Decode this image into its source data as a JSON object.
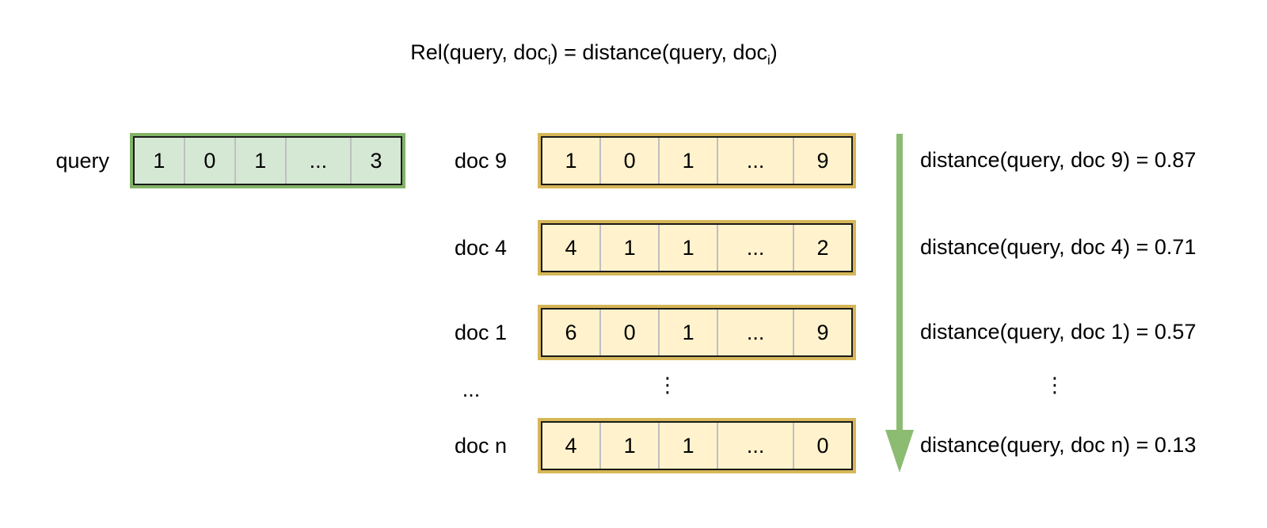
{
  "background": "#ffffff",
  "formula": {
    "left": "Rel(query, doc",
    "sub": "i",
    "middle": ") = distance(query, doc",
    "right": ")"
  },
  "query": {
    "label": "query",
    "cells": [
      "1",
      "0",
      "1",
      "...",
      "3"
    ],
    "fill": "#d5e8d4",
    "border": "#82b366"
  },
  "docs": [
    {
      "label": "doc 9",
      "cells": [
        "1",
        "0",
        "1",
        "...",
        "9"
      ],
      "distance": "distance(query, doc 9) = 0.87"
    },
    {
      "label": "doc 4",
      "cells": [
        "4",
        "1",
        "1",
        "...",
        "2"
      ],
      "distance": "distance(query, doc 4) = 0.71"
    },
    {
      "label": "doc 1",
      "cells": [
        "6",
        "0",
        "1",
        "...",
        "9"
      ],
      "distance": "distance(query, doc 1) = 0.57"
    },
    {
      "label": "doc n",
      "cells": [
        "4",
        "1",
        "1",
        "...",
        "0"
      ],
      "distance": "distance(query, doc n) = 0.13"
    }
  ],
  "doc_style": {
    "fill": "#fff2cc",
    "border": "#d6b656"
  },
  "ellipsis": {
    "docs_label": "...",
    "vector": "⋮",
    "distance": "⋮"
  },
  "arrow": {
    "icon": "down-arrow-icon",
    "color": "#8cbb72",
    "direction": "down"
  },
  "colors": {
    "inner_border": "#1a1a1a",
    "cell_divider": "#bfbfbf",
    "text": "#000000"
  }
}
